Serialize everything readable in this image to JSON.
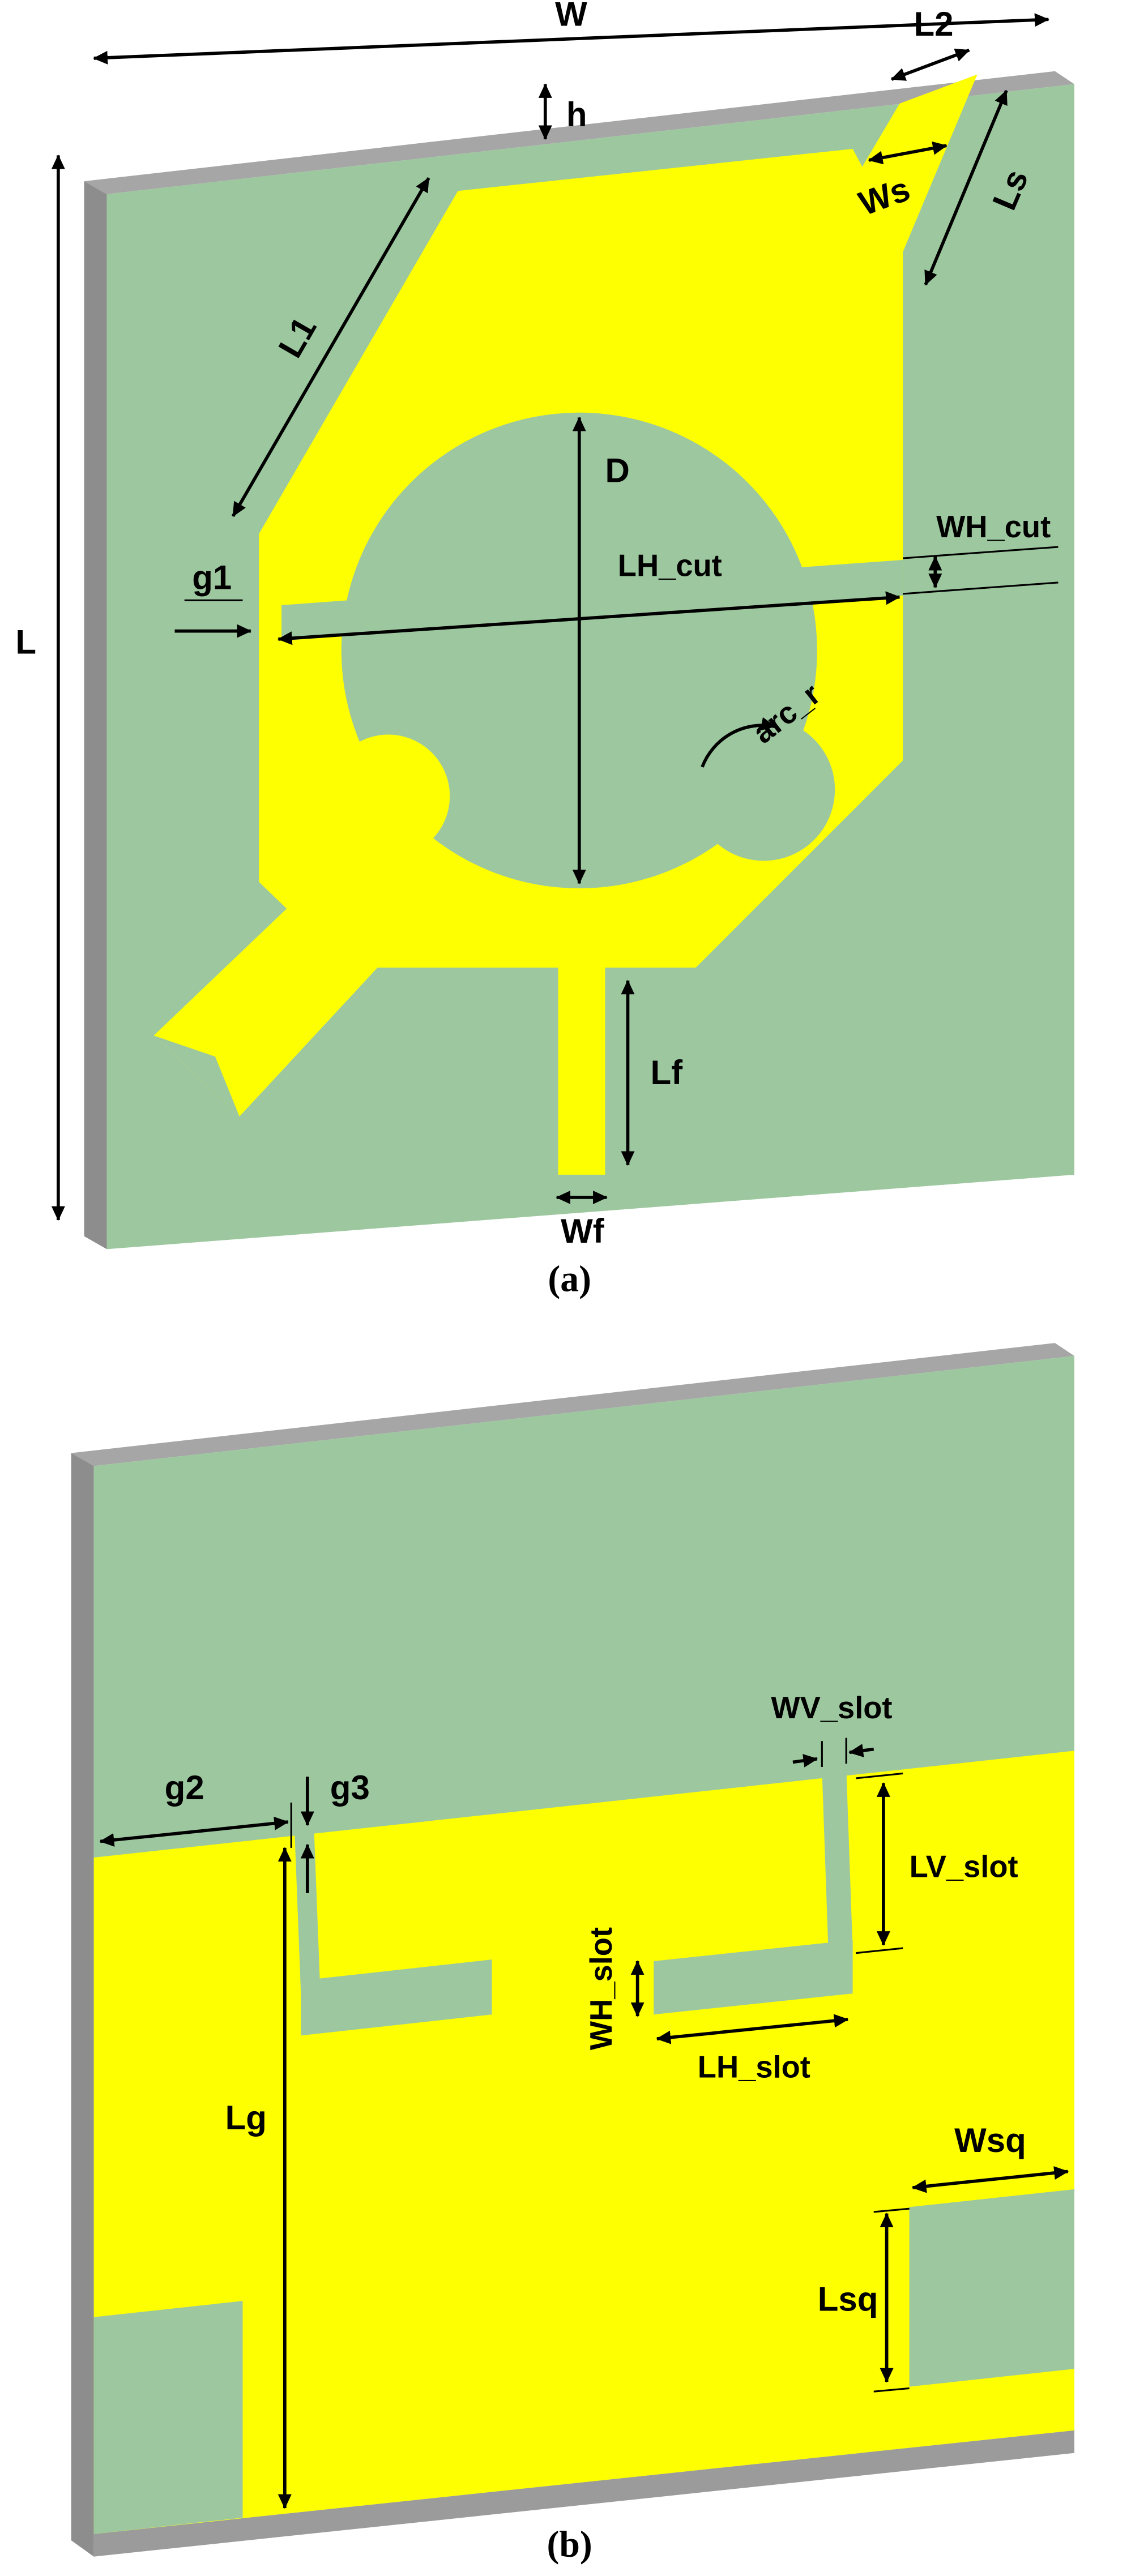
{
  "figure": {
    "colors": {
      "background": "#ffffff",
      "substrate": "#9dc89f",
      "conductor": "#feff00",
      "edge_top": "#a6a6a6",
      "edge_side": "#8d8d8d",
      "edge_bottom": "#9b9b9b"
    },
    "panel_a": {
      "caption": "(a)",
      "labels": {
        "W": "W",
        "h": "h",
        "L": "L",
        "L2": "L2",
        "Ws": "Ws",
        "Ls": "Ls",
        "L1": "L1",
        "D": "D",
        "lh_cut": "LH_cut",
        "wh_cut": "WH_cut",
        "g1": "g1",
        "arc_r": "arc_r",
        "Lf": "Lf",
        "Wf": "Wf"
      }
    },
    "panel_b": {
      "caption": "(b)",
      "labels": {
        "g2": "g2",
        "g3": "g3",
        "wv_slot": "WV_slot",
        "lv_slot": "LV_slot",
        "wh_slot": "WH_slot",
        "lh_slot": "LH_slot",
        "Lg": "Lg",
        "Wsq": "Wsq",
        "Lsq": "Lsq"
      }
    }
  }
}
